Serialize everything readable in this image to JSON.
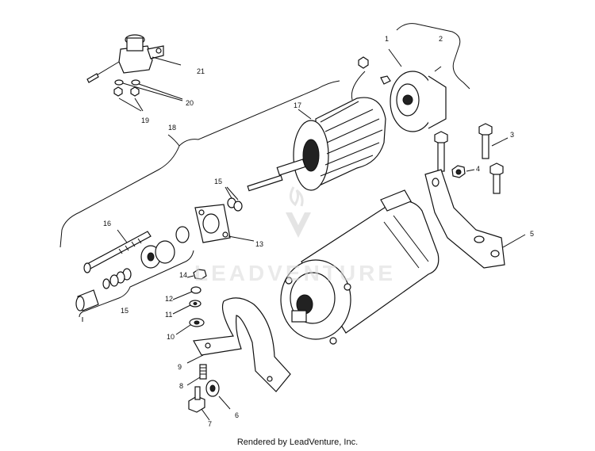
{
  "callouts": {
    "c1": "1",
    "c2": "2",
    "c3": "3",
    "c4": "4",
    "c5": "5",
    "c6": "6",
    "c7": "7",
    "c8": "8",
    "c9": "9",
    "c10": "10",
    "c11": "11",
    "c12": "12",
    "c13": "13",
    "c14": "14",
    "c15a": "15",
    "c15b": "15",
    "c16": "16",
    "c17": "17",
    "c18": "18",
    "c19": "19",
    "c20": "20",
    "c21": "21"
  },
  "watermark": {
    "text": "LEADVENTURE"
  },
  "footer": {
    "text": "Rendered by LeadVenture, Inc."
  }
}
